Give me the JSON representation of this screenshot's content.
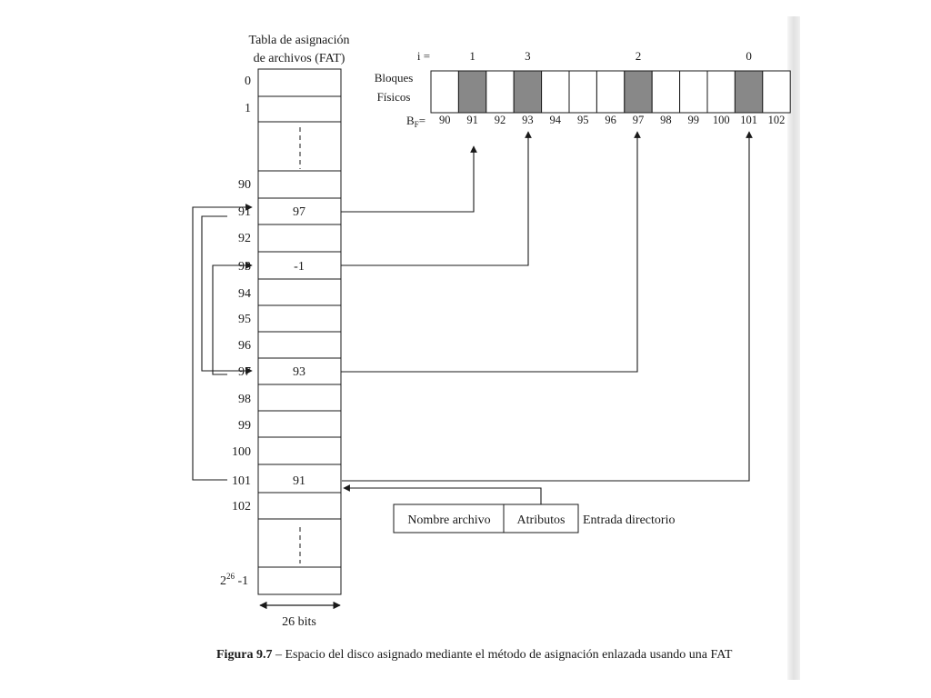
{
  "fat": {
    "title_line1": "Tabla de asignación",
    "title_line2": "de archivos (FAT)",
    "row_labels": [
      "0",
      "1",
      "90",
      "91",
      "92",
      "93",
      "94",
      "95",
      "96",
      "97",
      "98",
      "99",
      "100",
      "101",
      "102"
    ],
    "last_label_base": "2",
    "last_label_exp": "26",
    "last_label_suffix": " -1",
    "entries": {
      "91": "97",
      "93": "-1",
      "97": "93",
      "101": "91"
    },
    "width_label": "26 bits"
  },
  "physical": {
    "label_line1": "Bloques",
    "label_line2": "Físicos",
    "i_label": "i =",
    "bf_prefix": "B",
    "bf_sub": "F",
    "bf_suffix": "=",
    "block_numbers": [
      "90",
      "91",
      "92",
      "93",
      "94",
      "95",
      "96",
      "97",
      "98",
      "99",
      "100",
      "101",
      "102"
    ],
    "shaded_blocks": [
      "91",
      "93",
      "97",
      "101"
    ],
    "i_values": [
      {
        "block": "91",
        "i": "1"
      },
      {
        "block": "93",
        "i": "3"
      },
      {
        "block": "97",
        "i": "2"
      },
      {
        "block": "101",
        "i": "0"
      }
    ]
  },
  "directory": {
    "name_field": "Nombre archivo",
    "attr_field": "Atributos",
    "label": "Entrada directorio"
  },
  "caption": {
    "bold": "Figura 9.7",
    "text": " – Espacio del disco asignado mediante el método de asignación enlazada usando una FAT"
  },
  "colors": {
    "ink": "#1a1a1a",
    "shaded": "#888888"
  }
}
